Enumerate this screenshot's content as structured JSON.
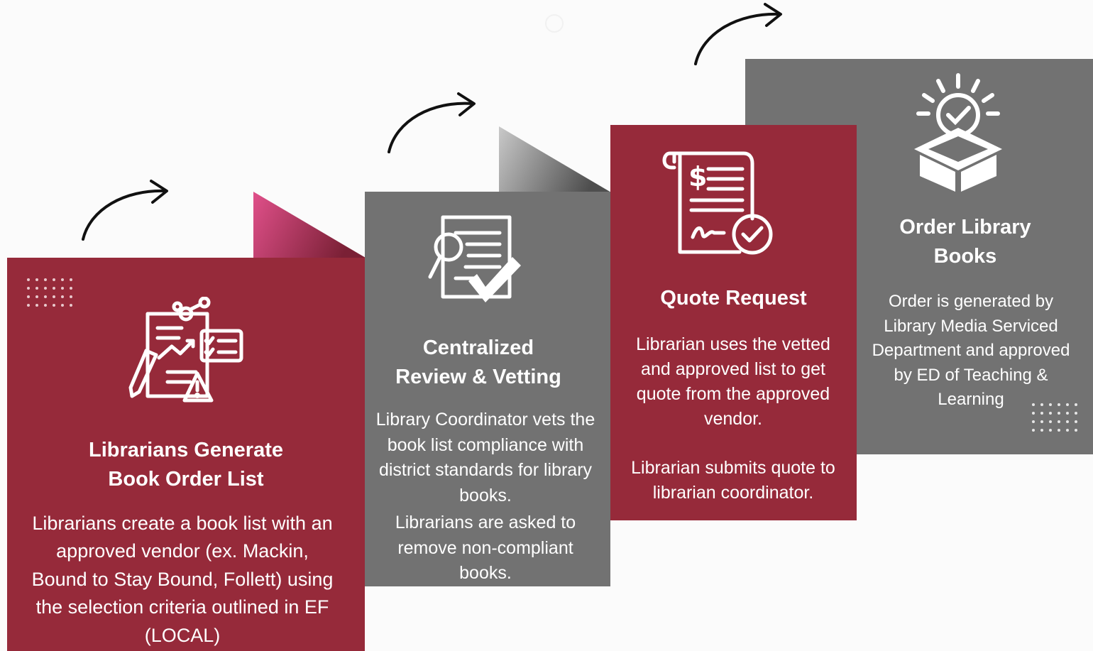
{
  "steps": [
    {
      "title_line1": "Librarians Generate",
      "title_line2": "Book Order List",
      "body": "Librarians create a book list with an approved vendor (ex. Mackin, Bound to Stay Bound, Follett) using the selection criteria outlined in EF (LOCAL)",
      "icon": "clipboard-chart-icon",
      "color": "#962a3a"
    },
    {
      "title_line1": "Centralized",
      "title_line2": "Review & Vetting",
      "body_p1": "Library Coordinator vets the book list compliance with district standards for library books.",
      "body_p2": "Librarians are asked to remove non-compliant books.",
      "icon": "document-search-check-icon",
      "color": "#727272"
    },
    {
      "title": "Quote Request",
      "body_p1": "Librarian uses the vetted and approved list to get quote from the approved vendor.",
      "body_p2": "Librarian submits quote to librarian coordinator.",
      "icon": "invoice-approved-icon",
      "color": "#962a3a"
    },
    {
      "title_line1": "Order Library",
      "title_line2": "Books",
      "body": "Order is generated by Library Media Serviced Department and approved by ED of Teaching & Learning",
      "icon": "box-checkmark-icon",
      "color": "#727272"
    }
  ]
}
